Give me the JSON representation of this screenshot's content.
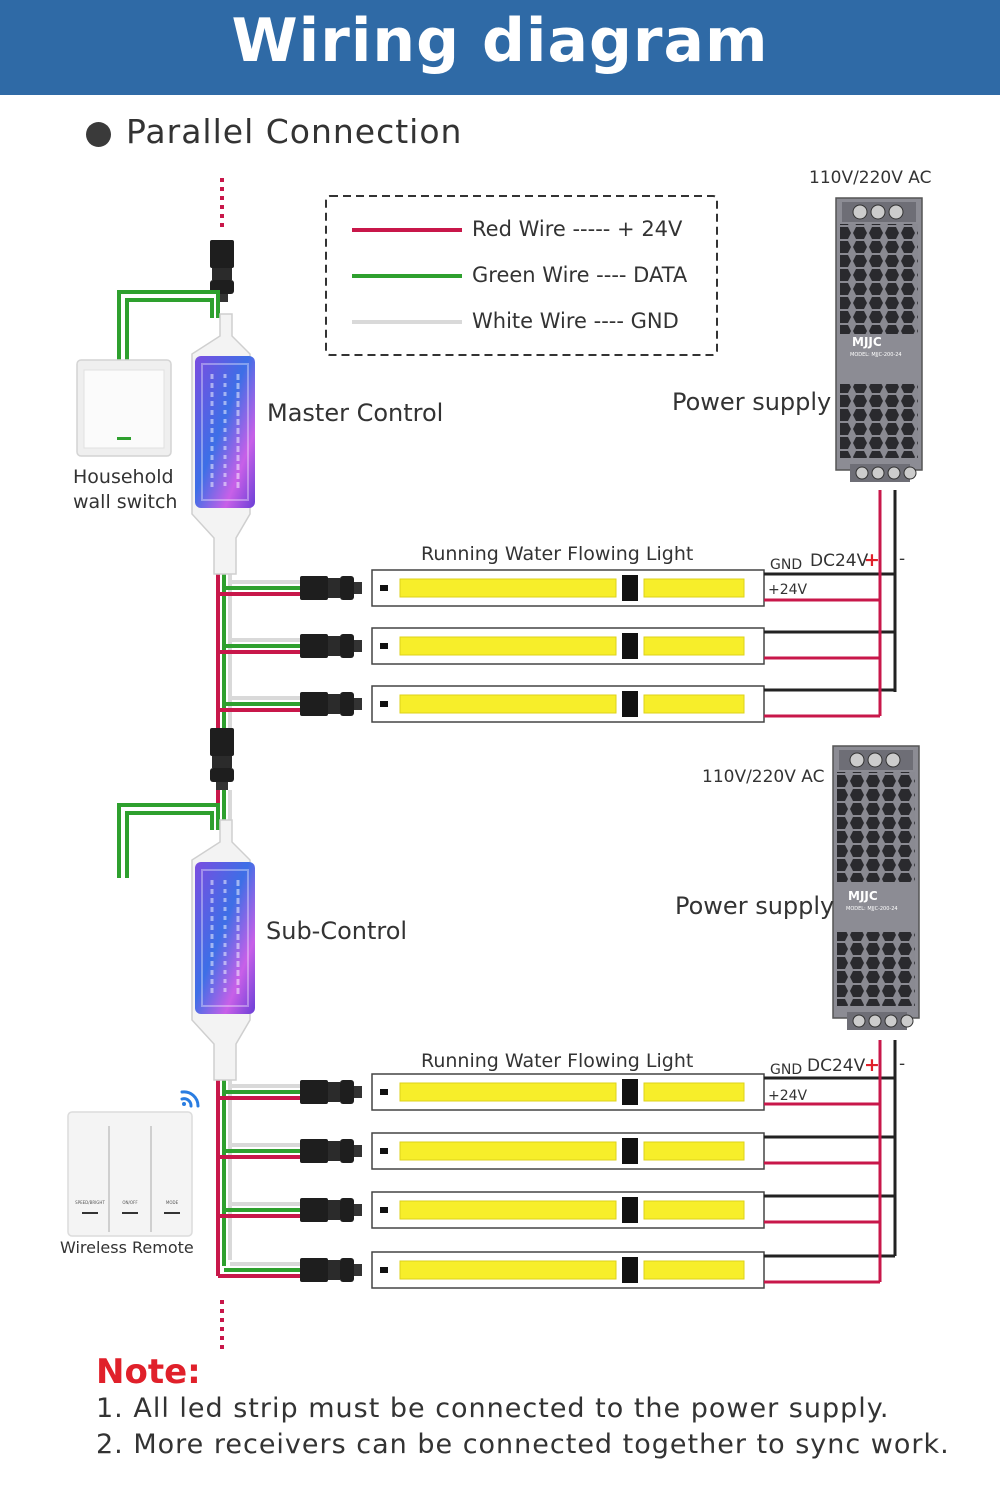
{
  "header": {
    "title": "Wiring diagram"
  },
  "section": {
    "title": "Parallel Connection"
  },
  "legend": {
    "items": [
      {
        "label": "Red Wire ----- + 24V",
        "color": "#c8174a"
      },
      {
        "label": "Green Wire ---- DATA",
        "color": "#2ea02e"
      },
      {
        "label": "White Wire ---- GND",
        "color": "#d9d9d9"
      }
    ]
  },
  "group1": {
    "ac_label": "110V/220V AC",
    "power_label": "Power supply",
    "controller_label": "Master Control",
    "switch_label_line1": "Household",
    "switch_label_line2": "wall switch",
    "light_label": "Running Water Flowing Light",
    "gnd_label": "GND",
    "dc_label": "DC24V",
    "plus_sign": "+",
    "minus_sign": "-",
    "plus24_label": "+24V",
    "psu_brand": "MJJC",
    "psu_model": "MODEL: MJJC-200-24"
  },
  "group2": {
    "ac_label": "110V/220V AC",
    "power_label": "Power supply",
    "controller_label": "Sub-Control",
    "remote_label": "Wireless Remote",
    "remote_buttons": [
      "SPEED/BRIGHT",
      "ON/OFF",
      "MODE"
    ],
    "light_label": "Running Water Flowing Light",
    "gnd_label": "GND",
    "dc_label": "DC24V",
    "plus_sign": "+",
    "minus_sign": "-",
    "plus24_label": "+24V",
    "psu_brand": "MJJC",
    "psu_model": "MODEL: MJJC-200-24"
  },
  "notes": {
    "title": "Note:",
    "items": [
      "1.  All led strip must be connected to the power supply.",
      "2.  More receivers can be connected together to sync work."
    ]
  },
  "colors": {
    "banner": "#2f6aa6",
    "red_wire": "#c8174a",
    "green_wire": "#2ea02e",
    "white_wire": "#d9d9d9",
    "black_wire": "#222222",
    "led": "#f7ee2a",
    "note_title": "#e0202a"
  }
}
